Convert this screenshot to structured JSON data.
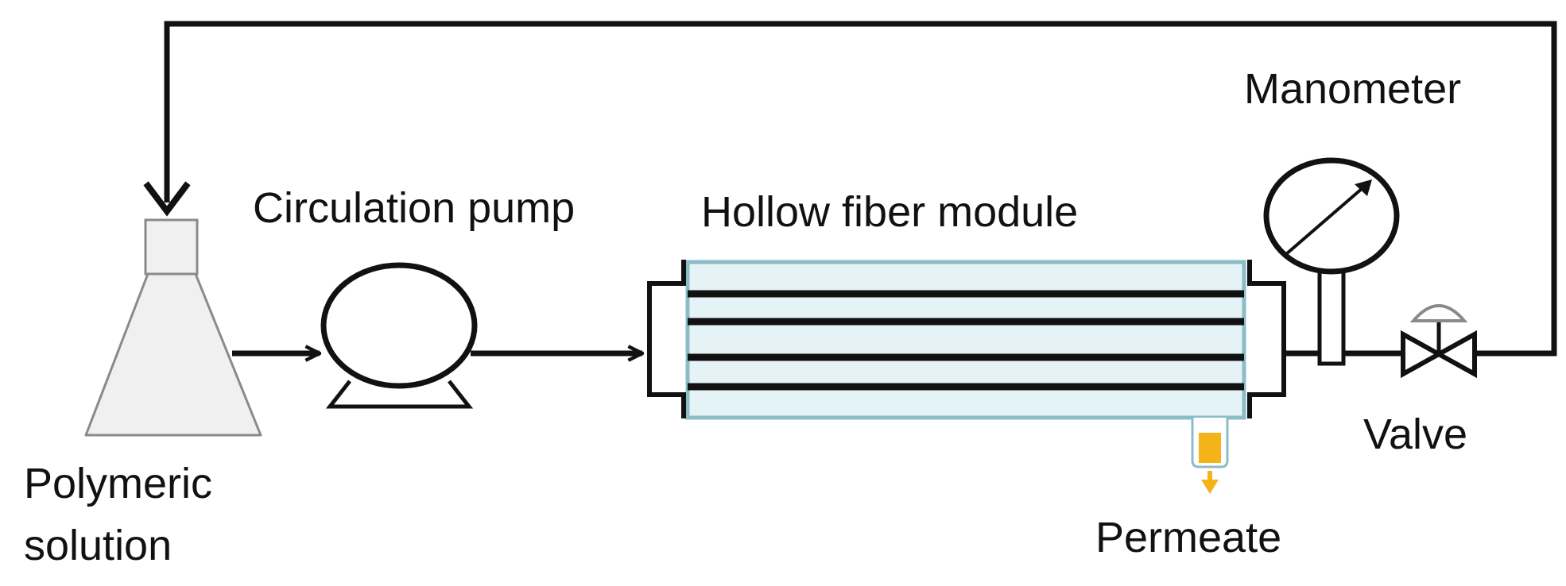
{
  "labels": {
    "manometer": "Manometer",
    "circulation_pump": "Circulation pump",
    "hollow_fiber_module": "Hollow fiber module",
    "valve": "Valve",
    "polymeric_line1": "Polymeric",
    "polymeric_line2": "solution",
    "permeate": "Permeate"
  },
  "colors": {
    "line": "#111111",
    "module_fill": "#e6f3f6",
    "module_border": "#8bbcc8",
    "flask_fill": "#f0f0f0",
    "flask_stroke": "#909090",
    "permeate": "#f5b31a"
  }
}
